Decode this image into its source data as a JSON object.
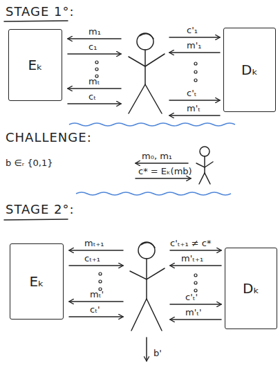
{
  "diagram": {
    "nodes": [
      {
        "text": [
          "Eₖ"
        ]
      },
      {
        "text": [
          "Dₖ"
        ]
      },
      {
        "text": [
          "Eₖ"
        ]
      },
      {
        "text": [
          "Dₖ"
        ]
      }
    ],
    "labels": [
      "STAGE 1°:",
      "m₁",
      "c₁",
      "mₜ",
      "cₜ",
      "c'₁",
      "m'₁",
      "c'ₜ",
      "m'ₜ",
      "CHALLENGE:",
      "b ∈ᵣ {0,1}",
      "m₀, m₁",
      "c* = Eₖ(mb)",
      "STAGE 2°:",
      "mₜ₊₁",
      "cₜ₊₁",
      "mₜ'",
      "cₜ'",
      "c'ₜ₊₁ ≠ c*",
      "m'ₜ₊₁",
      "c'ₜ'",
      "m'ₜ'",
      "b'"
    ]
  }
}
